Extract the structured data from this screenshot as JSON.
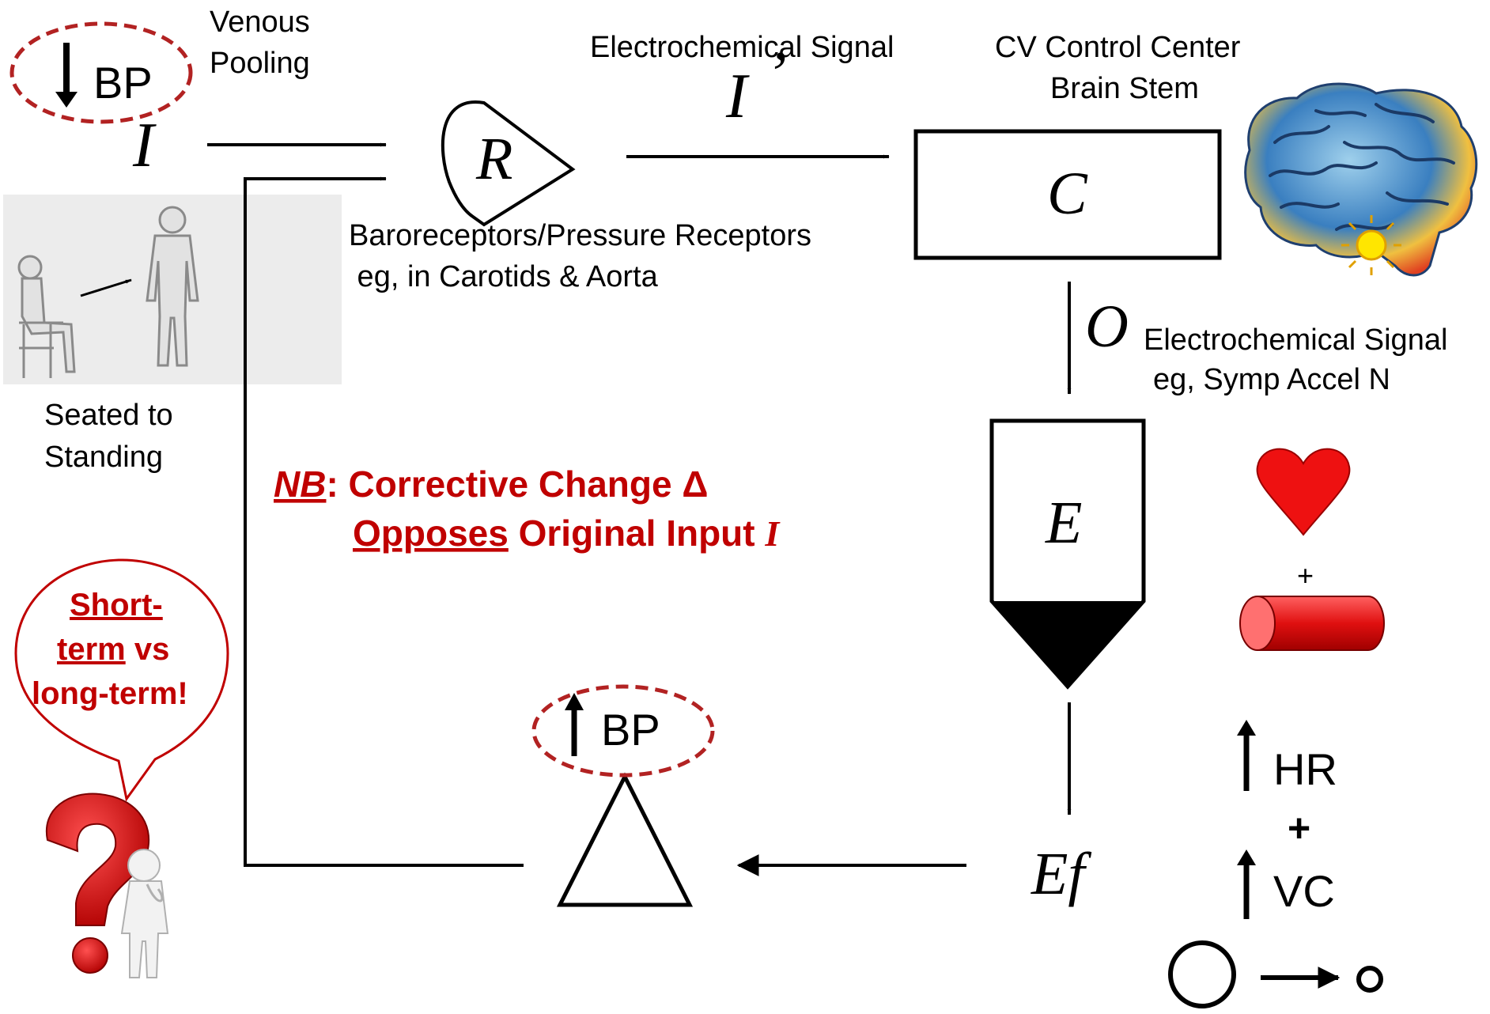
{
  "stimulus": {
    "bp_label": "BP",
    "pooling_label_line1": "Venous",
    "pooling_label_line2": "Pooling",
    "input_symbol": "I",
    "posture_line1": "Seated to",
    "posture_line2": "Standing"
  },
  "receptor": {
    "symbol": "R",
    "label_line1": "Baroreceptors/Pressure Receptors",
    "label_line2": " eg, in Carotids & Aorta"
  },
  "afferent": {
    "label": "Electrochemical Signal",
    "symbol": "I",
    "prime": "’"
  },
  "control_center": {
    "label_line1": "CV Control Center",
    "label_line2": "Brain Stem",
    "symbol": "C"
  },
  "efferent": {
    "symbol": "O",
    "label_line1": "Electrochemical Signal",
    "label_line2": "eg, Symp Accel N"
  },
  "effector": {
    "symbol": "E",
    "plus": "+"
  },
  "effect": {
    "symbol": "Ef",
    "hr_label": "HR",
    "plus": "+",
    "vc_label": "VC"
  },
  "response": {
    "bp_label": "BP"
  },
  "note": {
    "nb": "NB",
    "line1_rest": ": Corrective Change Δ",
    "opposes": "Opposes",
    "line2_rest": " Original Input ",
    "input_symbol": "I"
  },
  "bubble": {
    "line1": "Short-",
    "line2_u": "term",
    "line2_rest": " vs",
    "line3": "long-term!"
  },
  "colors": {
    "accent_red": "#c00000",
    "dark_red": "#b22222"
  }
}
